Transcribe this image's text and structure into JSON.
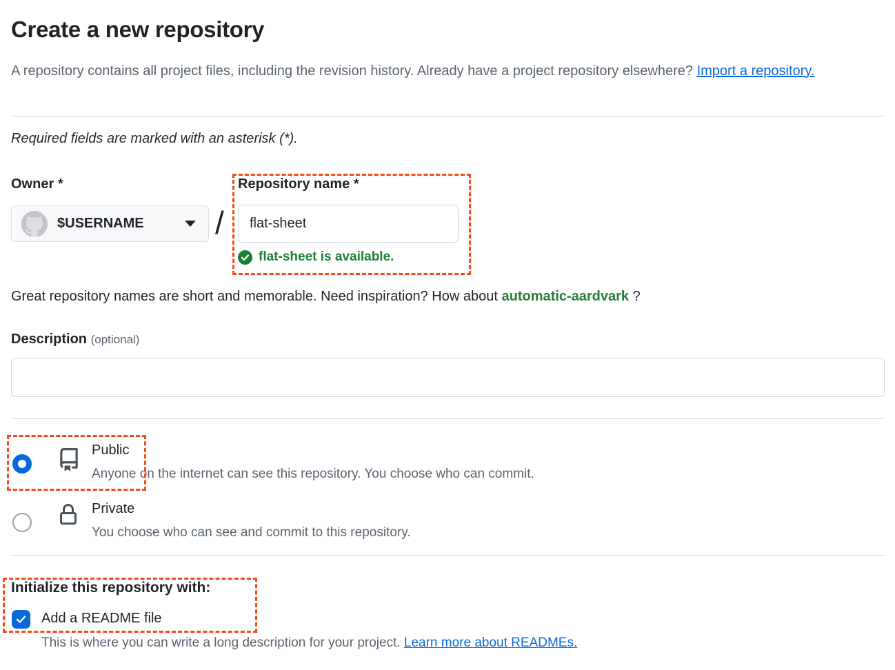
{
  "page": {
    "title": "Create a new repository",
    "subtitle_text": "A repository contains all project files, including the revision history. Already have a project repository elsewhere?",
    "subtitle_link": "Import a repository.",
    "required_note": "Required fields are marked with an asterisk (*)."
  },
  "owner": {
    "label": "Owner",
    "required_mark": "*",
    "value": "$USERNAME",
    "avatar_icon": "github-octocat-icon",
    "caret_icon": "chevron-down-icon",
    "separator": "/"
  },
  "repo_name": {
    "label": "Repository name",
    "required_mark": "*",
    "value": "flat-sheet",
    "availability_icon": "check-circle-icon",
    "availability": "flat-sheet is available."
  },
  "suggestion": {
    "text_before": "Great repository names are short and memorable. Need inspiration? How about ",
    "suggested_name": "automatic-aardvark",
    "text_after": " ?"
  },
  "description": {
    "label": "Description",
    "optional_note": "(optional)",
    "value": ""
  },
  "visibility": {
    "options": [
      {
        "label": "Public",
        "description": "Anyone on the internet can see this repository. You choose who can commit.",
        "icon": "repo-book-icon",
        "selected": true
      },
      {
        "label": "Private",
        "description": "You choose who can see and commit to this repository.",
        "icon": "lock-icon",
        "selected": false
      }
    ]
  },
  "initialize": {
    "heading": "Initialize this repository with:",
    "readme_label": "Add a README file",
    "readme_checked": true,
    "readme_note": "This is where you can write a long description for your project. ",
    "readme_link": "Learn more about READMEs."
  },
  "colors": {
    "accent_blue": "#0969da",
    "success_green": "#1a7f37",
    "suggestion_green": "#277d38",
    "annotation_dash_red": "#fa4515",
    "text_dark": "#1f2328",
    "text_gray": "#59636e",
    "border_gray": "#d0d7de"
  }
}
